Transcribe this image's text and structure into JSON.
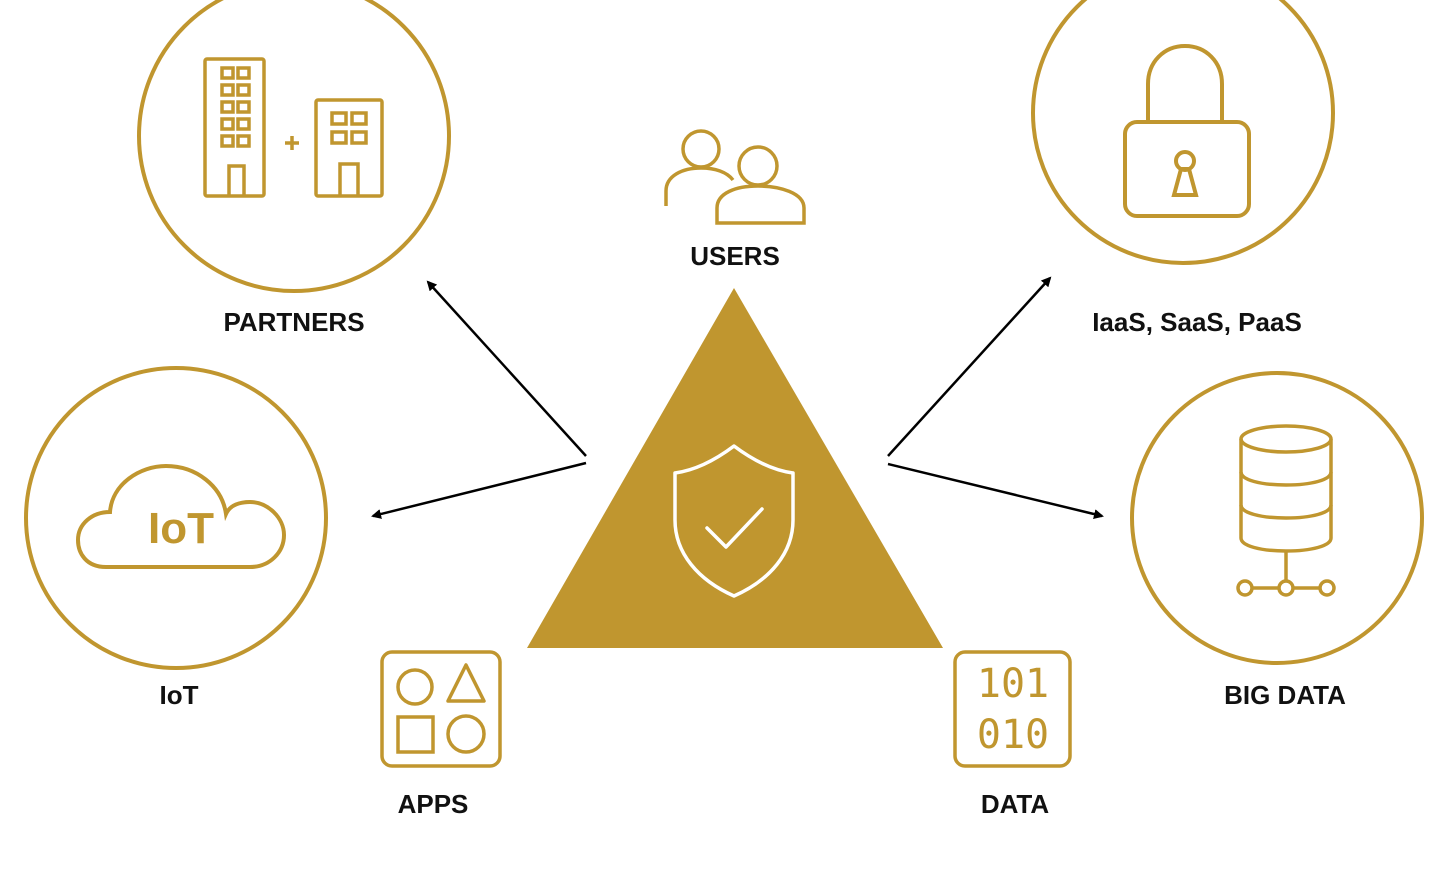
{
  "colors": {
    "accent": "#C0962F",
    "text": "#111111",
    "arrow": "#000000",
    "background": "#ffffff",
    "shield_stroke": "#ffffff"
  },
  "labels": {
    "users": "USERS",
    "partners": "PARTNERS",
    "cloud_services": "IaaS, SaaS, PaaS",
    "iot": "IoT",
    "big_data": "BIG DATA",
    "apps": "APPS",
    "data": "DATA"
  },
  "icons": {
    "iot_cloud_text": "IoT",
    "data_binary_line_1": "101",
    "data_binary_line_2": "010",
    "partners": "buildings-plus-icon",
    "cloud_services": "padlock-icon",
    "iot": "cloud-icon",
    "big_data": "database-network-icon",
    "users": "users-icon",
    "apps": "shapes-icon",
    "data": "binary-data-icon",
    "center": "shield-check-icon"
  }
}
